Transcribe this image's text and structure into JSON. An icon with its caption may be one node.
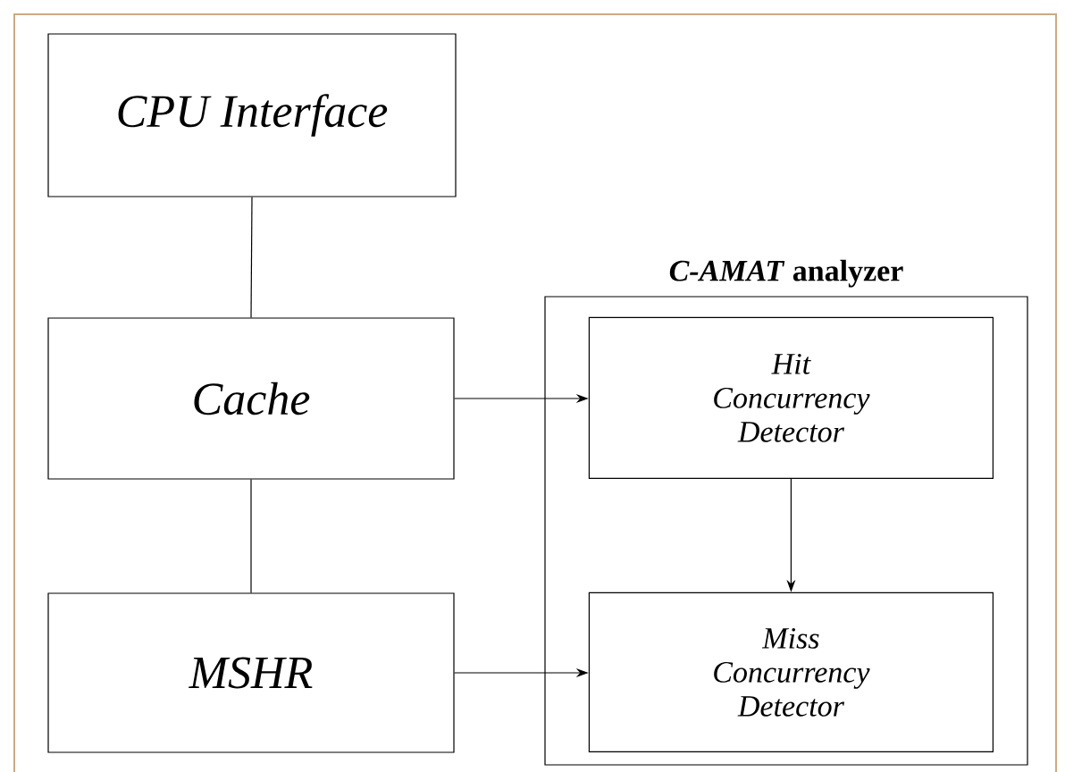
{
  "diagram": {
    "nodes": [
      {
        "text": [
          "CPU Interface"
        ]
      },
      {
        "text": [
          "Cache"
        ]
      },
      {
        "text": [
          "MSHR"
        ]
      },
      {
        "text": [
          "*C-AMAT* analyzer"
        ]
      },
      {
        "text": [
          "Hit Concurrency Detector"
        ],
        "in": 3
      },
      {
        "text": [
          "Miss Concurrency Detector"
        ],
        "in": 3
      }
    ],
    "edges": [
      {
        "from": 0,
        "to": 1,
        "arrow": "none"
      },
      {
        "from": 1,
        "to": 2,
        "arrow": "none"
      },
      {
        "from": 1,
        "to": 4,
        "arrow": "to"
      },
      {
        "from": 2,
        "to": 5,
        "arrow": "to"
      },
      {
        "from": 4,
        "to": 5,
        "arrow": "to"
      }
    ]
  }
}
